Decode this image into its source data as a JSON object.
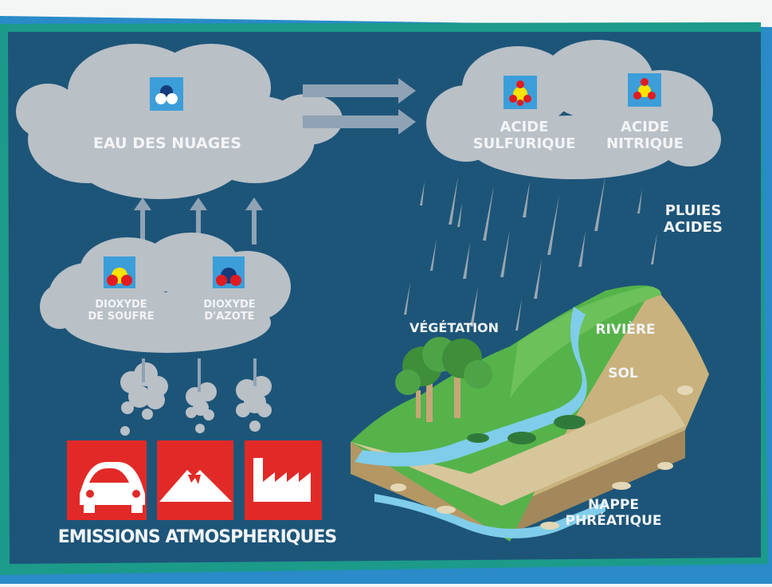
{
  "labels": {
    "cloud_water": "EAU DES NUAGES",
    "sulfuric_acid": "ACIDE\nSULFURIQUE",
    "nitric_acid": "ACIDE\nNITRIQUE",
    "acid_rain": "PLUIES\nACIDES",
    "sulfur_dioxide": "DIOXYDE\nDE SOUFRE",
    "nitrogen_dioxide": "DIOXYDE\nD'AZOTE",
    "vegetation": "VÉGÉTATION",
    "river": "RIVIÈRE",
    "soil": "SOL",
    "groundwater": "NAPPE\nPHRÉATIQUE",
    "emissions": "EMISSIONS ATMOSPHERIQUES"
  },
  "icons": {
    "cars": "car-icon",
    "volcano": "volcano-icon",
    "factory": "factory-icon",
    "water_molecule": "water-molecule-icon",
    "sulfuric_molecule": "sulfuric-acid-molecule-icon",
    "nitric_molecule": "nitric-acid-molecule-icon",
    "so2_molecule": "sulfur-dioxide-molecule-icon",
    "no2_molecule": "nitrogen-dioxide-molecule-icon"
  },
  "colors": {
    "background": "#1d5579",
    "frame_teal": "#1c9a8a",
    "frame_blue": "#2a8bc8",
    "cloud": "#b9c0c6",
    "emission_red": "#e12a27",
    "icon_blue": "#3c9ed9",
    "molecule_red": "#e11b22",
    "molecule_yellow": "#fde300",
    "molecule_navy": "#173b7a",
    "grass": "#55b34a",
    "soil": "#c9b27d",
    "water": "#7fcdea"
  }
}
